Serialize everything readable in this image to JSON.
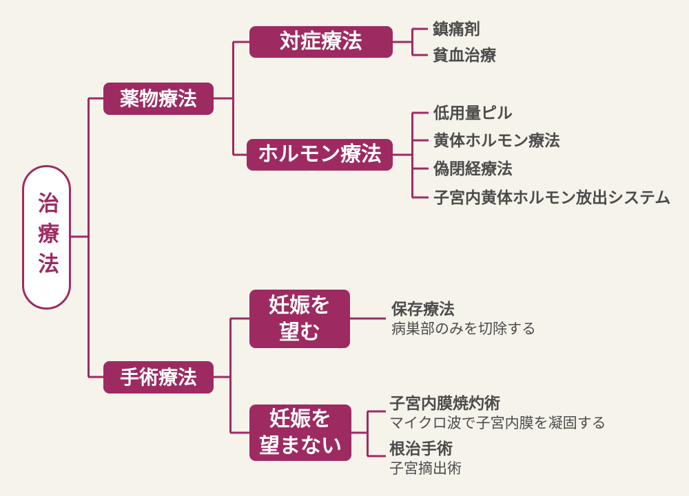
{
  "colors": {
    "accent": "#9E2A62",
    "background": "#F6F3EB",
    "leaf_text": "#4B4B4B",
    "node_text": "#FFFFFF"
  },
  "tree": {
    "root_label": "治療法",
    "drug": {
      "label": "薬物療法",
      "symptomatic": {
        "label": "対症療法",
        "children": [
          "鎮痛剤",
          "貧血治療"
        ]
      },
      "hormone": {
        "label": "ホルモン療法",
        "children": [
          "低用量ピル",
          "黄体ホルモン療法",
          "偽閉経療法",
          "子宮内黄体ホルモン放出システム"
        ]
      }
    },
    "surgery": {
      "label": "手術療法",
      "want_pregnancy": {
        "line1": "妊娠を",
        "line2": "望む",
        "child": {
          "title": "保存療法",
          "desc": "病巣部のみを切除する"
        }
      },
      "no_pregnancy": {
        "line1": "妊娠を",
        "line2": "望まない",
        "children": [
          {
            "title": "子宮内膜焼灼術",
            "desc": "マイクロ波で子宮内膜を凝固する"
          },
          {
            "title": "根治手術",
            "desc": "子宮摘出術"
          }
        ]
      }
    }
  }
}
